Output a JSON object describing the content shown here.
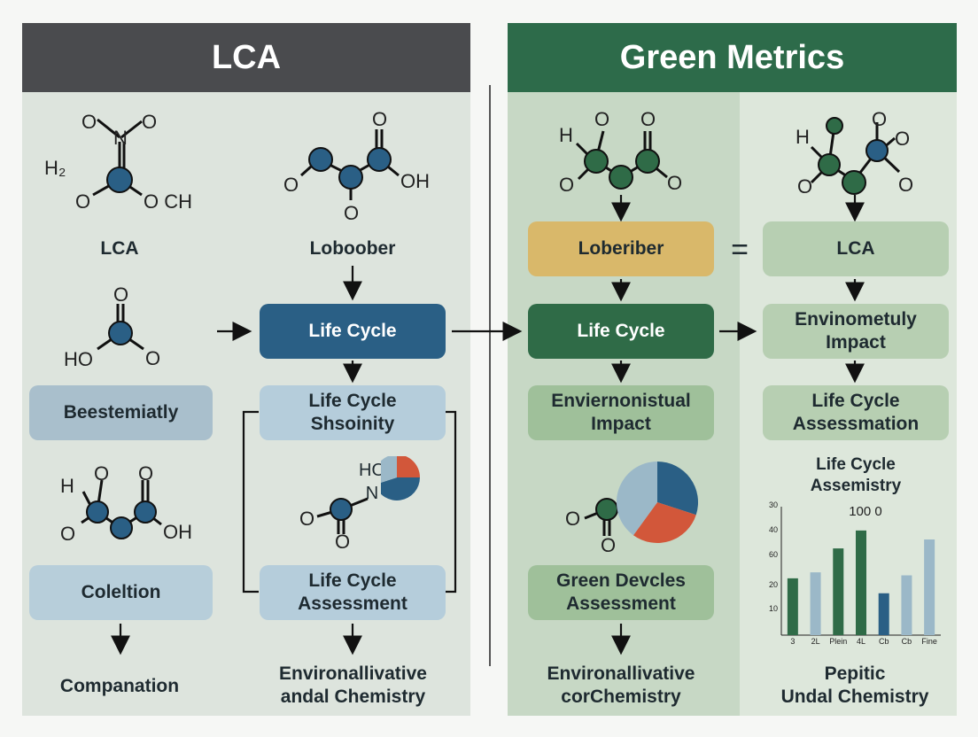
{
  "headers": {
    "left": "LCA",
    "right": "Green Metrics"
  },
  "left_panel": {
    "col1": {
      "label1": "LCA",
      "box1": "Beestemiatly",
      "box2": "Coleltion",
      "bottom": "Companation"
    },
    "col2": {
      "label1": "Loboober",
      "box_life_cycle": "Life Cycle",
      "box_shsoinity": "Life Cycle\nShsoinity",
      "box_assessment": "Life Cycle\nAssessment",
      "bottom": "Environallivative\nandal Chemistry",
      "mol_label": "HO\nN"
    }
  },
  "right_panel": {
    "col3": {
      "box_loberiber": "Loberiber",
      "box_life_cycle": "Life Cycle",
      "box_impact": "Enviernonistual\nImpact",
      "box_green": "Green Devcles\nAssessment",
      "bottom": "Environallivative\ncorChemistry"
    },
    "col4": {
      "box_lca": "LCA",
      "box_impact": "Envinometuly\nImpact",
      "box_assessmation": "Life Cycle\nAssessmation",
      "chart_title": "Life Cycle\nAssemistry",
      "bottom": "Pepitic\nUndal Chemistry",
      "equals": "="
    }
  },
  "colors": {
    "header_left": "#4a4b4e",
    "header_right": "#2d6b4a",
    "panel_left": "#dde4dd",
    "panel_right_a": "#c5d6c3",
    "panel_right_b": "#dce6da",
    "blue_dark": "#2a5f85",
    "blue_light": "#aac4d6",
    "green_dark": "#2f6b47",
    "green_light": "#9fc09a",
    "tan": "#d9b86a",
    "orange": "#d2573a"
  },
  "chart_data": {
    "type": "bar",
    "title": "Life Cycle\nAssemistry",
    "annotation": "100 0",
    "y_ticks": [
      "30",
      "40",
      "60",
      "20",
      "10"
    ],
    "categories": [
      "3",
      "2L",
      "Plein",
      "4L",
      "Cb",
      "Cb",
      "Fine"
    ],
    "values": [
      19,
      21,
      29,
      35,
      14,
      20,
      32
    ],
    "colors": [
      "#2f6b47",
      "#9bb8c8",
      "#2f6b47",
      "#2f6b47",
      "#2a5f85",
      "#9bb8c8",
      "#9bb8c8"
    ],
    "ylim": [
      0,
      40
    ]
  },
  "pie_left": {
    "values": [
      25,
      45,
      30
    ],
    "colors": [
      "#d2573a",
      "#2a5f85",
      "#9bb8c8"
    ]
  },
  "pie_right": {
    "values": [
      30,
      30,
      40
    ],
    "colors": [
      "#2a5f85",
      "#d2573a",
      "#9bb8c8"
    ]
  }
}
